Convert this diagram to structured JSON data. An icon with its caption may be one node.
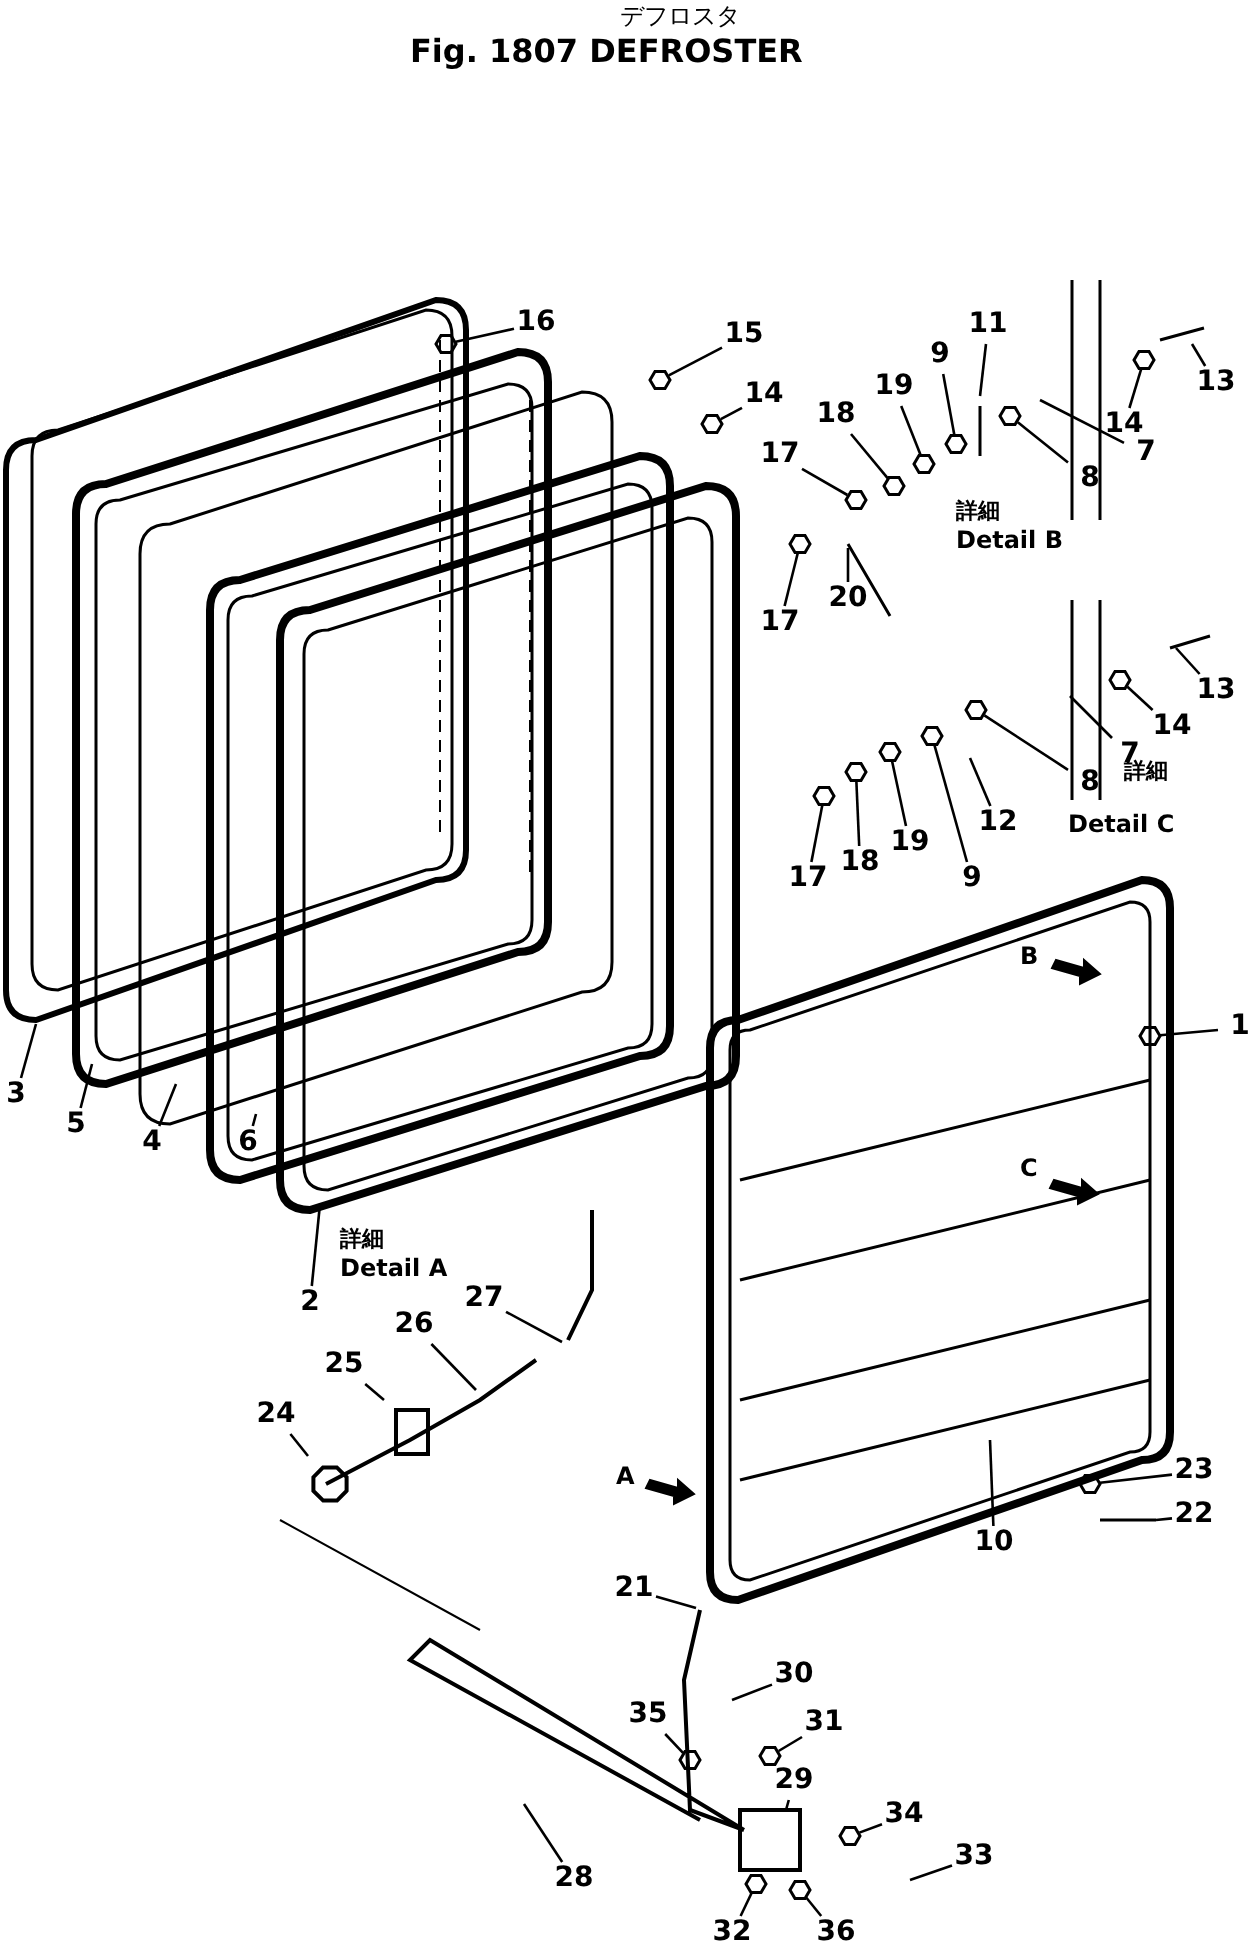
{
  "diagram": {
    "title": "Fig. 1807 DEFROSTER",
    "nodes": [
      {
        "text": [
          "3"
        ]
      },
      {
        "text": [
          "5"
        ]
      },
      {
        "text": [
          "4"
        ]
      },
      {
        "text": [
          "6"
        ]
      },
      {
        "text": [
          "2"
        ]
      },
      {
        "text": [
          "16"
        ]
      },
      {
        "text": [
          "15"
        ]
      },
      {
        "text": [
          "14"
        ]
      },
      {
        "text": [
          "17"
        ]
      },
      {
        "text": [
          "18"
        ]
      },
      {
        "text": [
          "19"
        ]
      },
      {
        "text": [
          "9"
        ]
      },
      {
        "text": [
          "11"
        ]
      },
      {
        "text": [
          "8"
        ]
      },
      {
        "text": [
          "7"
        ]
      },
      {
        "text": [
          "14"
        ]
      },
      {
        "text": [
          "13"
        ]
      },
      {
        "text": [
          "17"
        ]
      },
      {
        "text": [
          "20"
        ]
      },
      {
        "text": [
          "14"
        ]
      },
      {
        "text": [
          "13"
        ]
      },
      {
        "text": [
          "7"
        ]
      },
      {
        "text": [
          "8"
        ]
      },
      {
        "text": [
          "12"
        ]
      },
      {
        "text": [
          "9"
        ]
      },
      {
        "text": [
          "19"
        ]
      },
      {
        "text": [
          "18"
        ]
      },
      {
        "text": [
          "17"
        ]
      },
      {
        "text": [
          "1"
        ]
      },
      {
        "text": [
          "10"
        ]
      },
      {
        "text": [
          "23"
        ]
      },
      {
        "text": [
          "22"
        ]
      },
      {
        "text": [
          "24"
        ]
      },
      {
        "text": [
          "25"
        ]
      },
      {
        "text": [
          "26"
        ]
      },
      {
        "text": [
          "27"
        ]
      },
      {
        "text": [
          "21"
        ]
      },
      {
        "text": [
          "30"
        ]
      },
      {
        "text": [
          "31"
        ]
      },
      {
        "text": [
          "35"
        ]
      },
      {
        "text": [
          "29"
        ]
      },
      {
        "text": [
          "34"
        ]
      },
      {
        "text": [
          "33"
        ]
      },
      {
        "text": [
          "28"
        ]
      },
      {
        "text": [
          "32"
        ]
      },
      {
        "text": [
          "36"
        ]
      },
      {
        "text": [],
        "shape": "hexagon"
      },
      {
        "text": [],
        "shape": "hexagon"
      },
      {
        "text": [],
        "shape": "hexagon"
      },
      {
        "text": [],
        "shape": "hexagon"
      },
      {
        "text": [],
        "shape": "hexagon"
      },
      {
        "text": [],
        "shape": "hexagon"
      },
      {
        "text": [],
        "shape": "hexagon"
      },
      {
        "text": [],
        "shape": "hexagon"
      },
      {
        "text": [],
        "shape": "hexagon"
      },
      {
        "text": [],
        "shape": "hexagon"
      },
      {
        "text": [],
        "shape": "hexagon"
      },
      {
        "text": [],
        "shape": "hexagon"
      },
      {
        "text": [],
        "shape": "hexagon"
      },
      {
        "text": [],
        "shape": "hexagon"
      },
      {
        "text": [],
        "shape": "hexagon"
      },
      {
        "text": [],
        "shape": "hexagon"
      },
      {
        "text": [],
        "shape": "hexagon"
      },
      {
        "text": [],
        "shape": "hexagon"
      },
      {
        "text": [],
        "shape": "hexagon"
      },
      {
        "text": [],
        "shape": "hexagon"
      },
      {
        "text": [],
        "shape": "hexagon"
      },
      {
        "text": [],
        "shape": "hexagon"
      },
      {
        "text": [],
        "shape": "hexagon"
      }
    ],
    "edges": [
      {
        "from": 0,
        "to": null,
        "arrow": "none"
      },
      {
        "from": 1,
        "to": null,
        "arrow": "none"
      },
      {
        "from": 2,
        "to": null,
        "arrow": "none"
      },
      {
        "from": 3,
        "to": null,
        "arrow": "none"
      },
      {
        "from": 4,
        "to": null,
        "arrow": "none"
      },
      {
        "from": 5,
        "to": 46,
        "arrow": "none"
      },
      {
        "from": 6,
        "to": 47,
        "arrow": "none"
      },
      {
        "from": 7,
        "to": 48,
        "arrow": "none"
      },
      {
        "from": 8,
        "to": 50,
        "arrow": "none"
      },
      {
        "from": 9,
        "to": 51,
        "arrow": "none"
      },
      {
        "from": 10,
        "to": 52,
        "arrow": "none"
      },
      {
        "from": 11,
        "to": 53,
        "arrow": "none"
      },
      {
        "from": 12,
        "to": null,
        "arrow": "none"
      },
      {
        "from": 13,
        "to": 54,
        "arrow": "none"
      },
      {
        "from": 14,
        "to": null,
        "arrow": "none"
      },
      {
        "from": 15,
        "to": 55,
        "arrow": "none"
      },
      {
        "from": 16,
        "to": null,
        "arrow": "none"
      },
      {
        "from": 17,
        "to": 49,
        "arrow": "none"
      },
      {
        "from": 18,
        "to": null,
        "arrow": "none"
      },
      {
        "from": 19,
        "to": 56,
        "arrow": "none"
      },
      {
        "from": 20,
        "to": null,
        "arrow": "none"
      },
      {
        "from": 21,
        "to": null,
        "arrow": "none"
      },
      {
        "from": 22,
        "to": 57,
        "arrow": "none"
      },
      {
        "from": 23,
        "to": null,
        "arrow": "none"
      },
      {
        "from": 24,
        "to": 61,
        "arrow": "none"
      },
      {
        "from": 25,
        "to": 60,
        "arrow": "none"
      },
      {
        "from": 26,
        "to": 59,
        "arrow": "none"
      },
      {
        "from": 27,
        "to": 58,
        "arrow": "none"
      },
      {
        "from": 28,
        "to": 62,
        "arrow": "none"
      },
      {
        "from": 29,
        "to": null,
        "arrow": "none"
      },
      {
        "from": 30,
        "to": 63,
        "arrow": "none"
      },
      {
        "from": 31,
        "to": null,
        "arrow": "none"
      },
      {
        "from": 32,
        "to": null,
        "arrow": "none"
      },
      {
        "from": 33,
        "to": null,
        "arrow": "none"
      },
      {
        "from": 34,
        "to": null,
        "arrow": "none"
      },
      {
        "from": 35,
        "to": null,
        "arrow": "none"
      },
      {
        "from": 36,
        "to": null,
        "arrow": "none"
      },
      {
        "from": 37,
        "to": null,
        "arrow": "none"
      },
      {
        "from": 38,
        "to": 65,
        "arrow": "none"
      },
      {
        "from": 39,
        "to": 64,
        "arrow": "none"
      },
      {
        "from": 40,
        "to": null,
        "arrow": "none"
      },
      {
        "from": 41,
        "to": 66,
        "arrow": "none"
      },
      {
        "from": 42,
        "to": null,
        "arrow": "none"
      },
      {
        "from": 43,
        "to": null,
        "arrow": "none"
      },
      {
        "from": 44,
        "to": 67,
        "arrow": "none"
      },
      {
        "from": 45,
        "to": 68,
        "arrow": "none"
      }
    ],
    "labels": [
      "デフロスタ",
      "詳細",
      "Detail B",
      "詳細",
      "Detail C",
      "詳細",
      "Detail A",
      "B",
      "C",
      "A"
    ]
  }
}
